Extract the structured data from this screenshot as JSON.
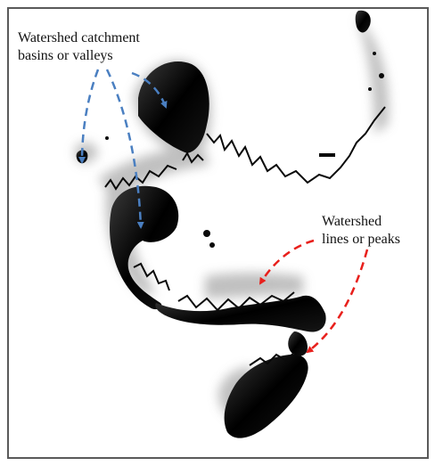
{
  "annotations": {
    "valleys": {
      "line1": "Watershed catchment",
      "line2": "basins or valleys",
      "arrow_color": "#4a7fc1"
    },
    "peaks": {
      "line1": "Watershed",
      "line2": "lines or peaks",
      "arrow_color": "#e8201c"
    }
  },
  "colors": {
    "basin": "#0a0a0a",
    "frame": "#5a5a5a",
    "background": "#ffffff"
  }
}
